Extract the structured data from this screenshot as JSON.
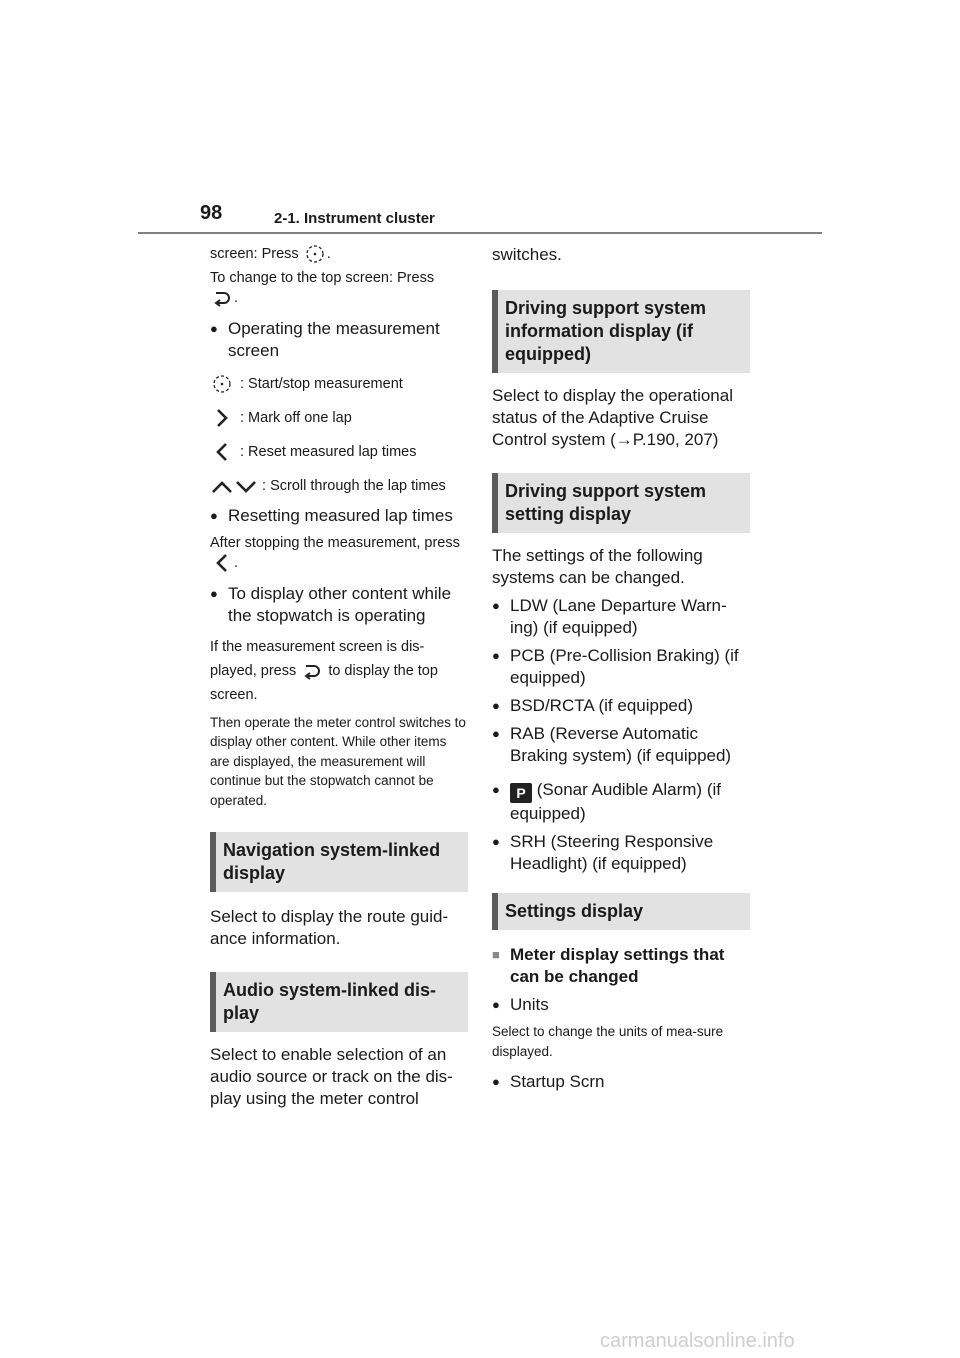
{
  "header": {
    "page_number": "98",
    "section": "2-1. Instrument cluster"
  },
  "left": {
    "p1_prefix": "screen: Press",
    "p1_suffix": ".",
    "p2_prefix": "To change to the top screen: Press",
    "p2_suffix": ".",
    "b1": "Operating the measurement screen",
    "i1": ": Start/stop measurement",
    "i2": ": Mark off one lap",
    "i3": ": Reset measured lap times",
    "i4": ": Scroll through the lap times",
    "b2": "Resetting measured lap times",
    "p3_prefix": "After stopping the measurement, press",
    "p3_suffix": ".",
    "b3": "To display other content while the stopwatch is operating",
    "p4_prefix": "If the measurement screen is dis-played, press",
    "p4_suffix": "to display the top screen.",
    "p5": "Then operate the meter control switches to display other content. While other items are displayed, the measurement will continue but the stopwatch cannot be operated.",
    "s1": "Navigation system-linked display",
    "p6": "Select to display the route guid-ance information.",
    "s2": "Audio system-linked dis-play",
    "p7": "Select to enable selection of an audio source or track on the dis-play using the meter control"
  },
  "right": {
    "p1": "switches.",
    "s1": "Driving support system information display (if equipped)",
    "p2": "Select to display the operational status of the Adaptive Cruise Control system (→P.190, 207)",
    "s2": "Driving support system setting display",
    "p3": "The settings of the following systems can be changed.",
    "b1": "LDW (Lane Departure Warn-ing) (if equipped)",
    "b2": "PCB (Pre-Collision Braking) (if equipped)",
    "b3": "BSD/RCTA (if equipped)",
    "b4": "RAB (Reverse Automatic Braking system) (if equipped)",
    "b5_icon": "P",
    "b5": "(Sonar Audible Alarm) (if equipped)",
    "b6": "SRH (Steering Responsive Headlight) (if equipped)",
    "s3": "Settings display",
    "h1": "Meter display settings that can be changed",
    "b7": "Units",
    "p4": "Select to change the units of mea-sure displayed.",
    "b8": "Startup Scrn"
  },
  "footer": {
    "watermark": "carmanualsonline.info"
  }
}
